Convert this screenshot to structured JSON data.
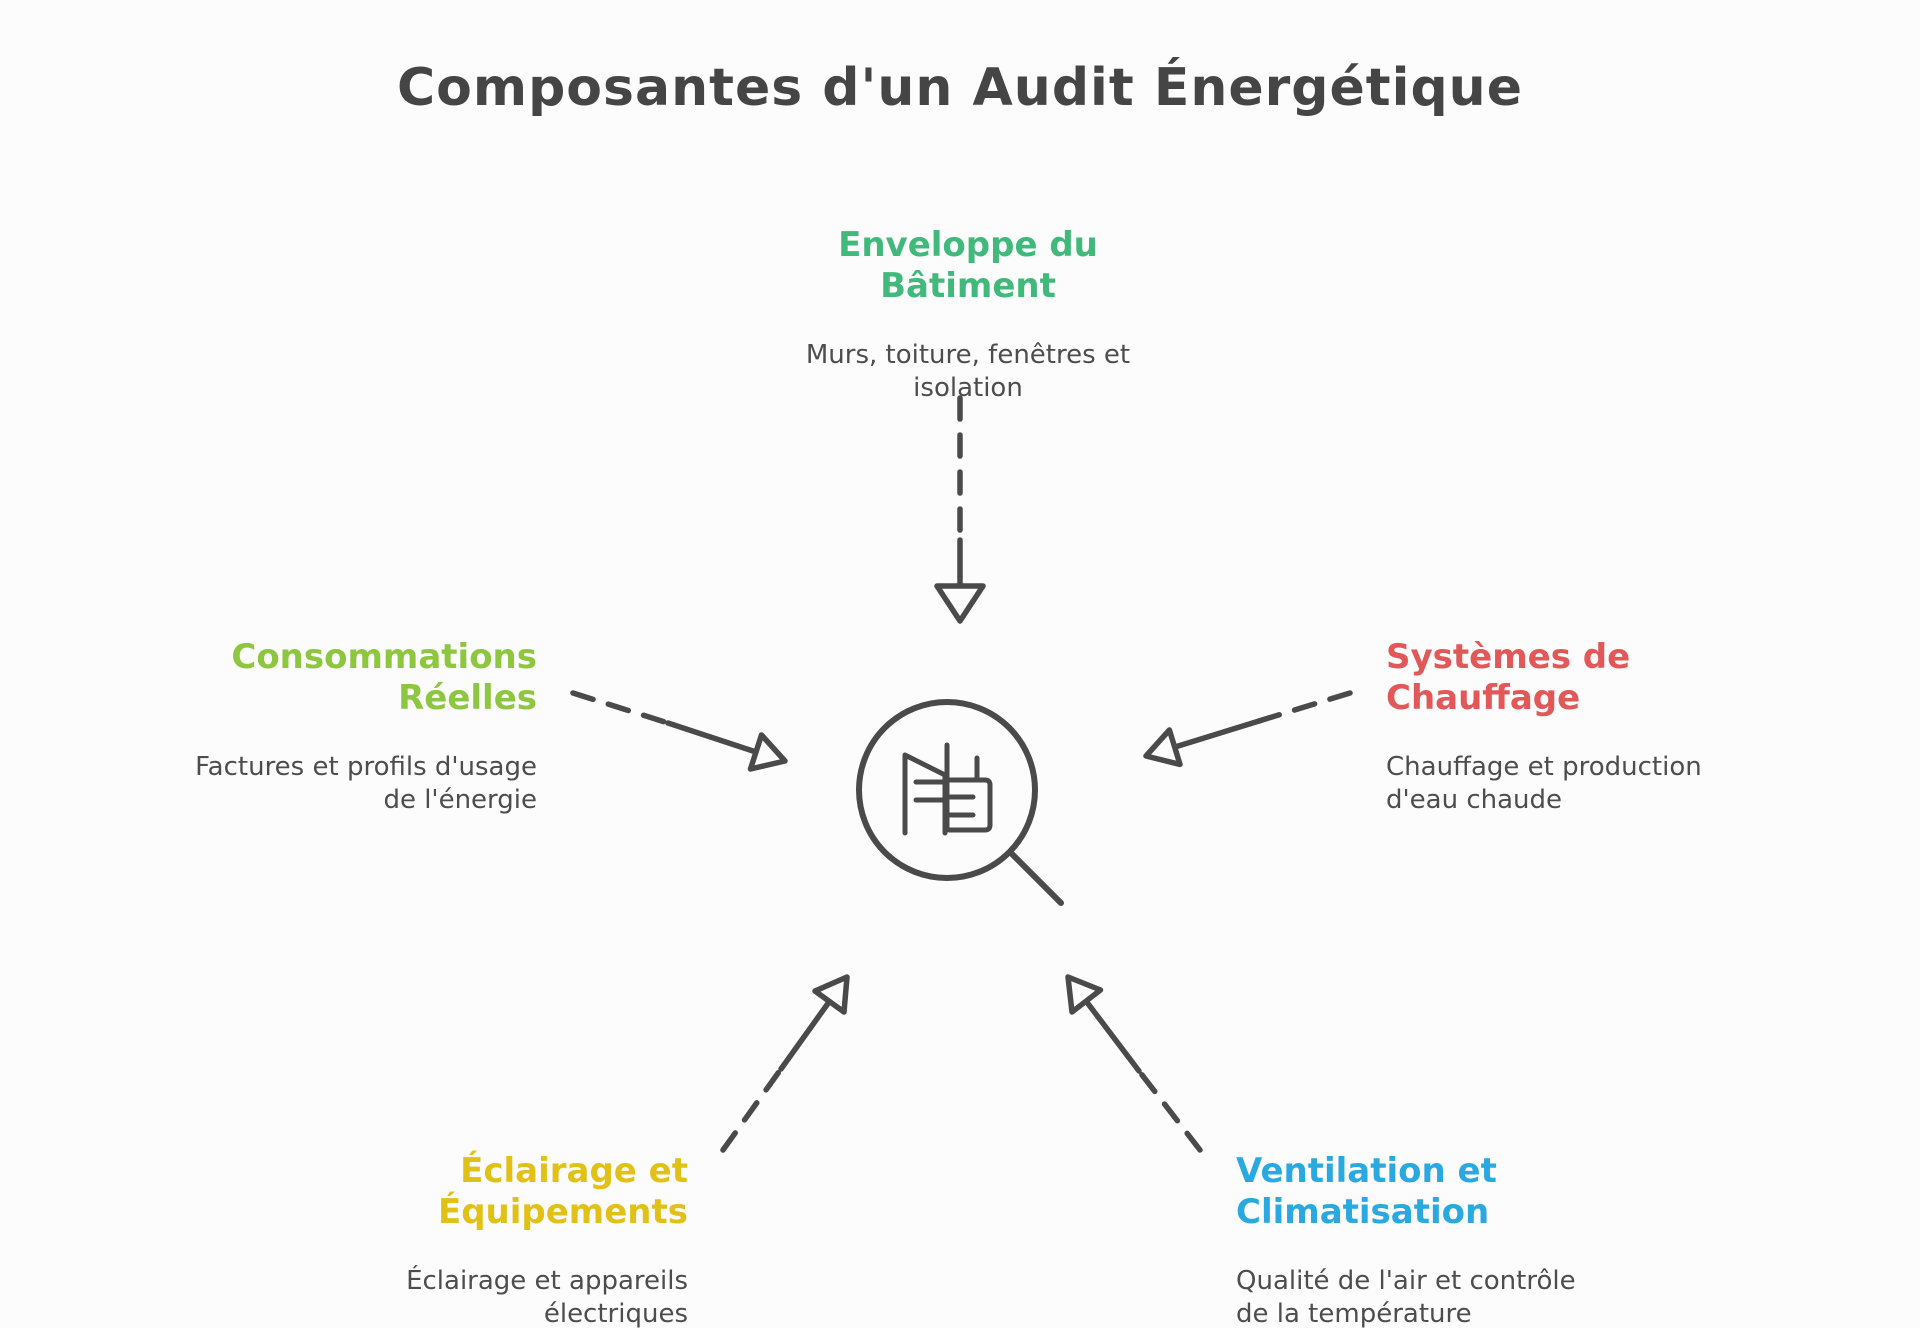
{
  "title": "Composantes d'un Audit Énergétique",
  "center": {
    "icon": "building-magnifier-icon",
    "meaning": "audit / inspection of a building"
  },
  "colors": {
    "title_text": "#454545",
    "body_text": "#4d4d4d",
    "line_stroke": "#4a4a4a",
    "background": "#fcfcfc",
    "green": "#41b97b",
    "lime": "#8dc63f",
    "red": "#e25858",
    "yellow": "#e2c117",
    "blue": "#2aa9e0"
  },
  "nodes": [
    {
      "id": "enveloppe-batiment",
      "position": "top",
      "title": "Enveloppe du\nBâtiment",
      "description": "Murs, toiture, fenêtres et\nisolation",
      "color": "#41b97b"
    },
    {
      "id": "consommations-reelles",
      "position": "left",
      "title": "Consommations\nRéelles",
      "description": "Factures et profils d'usage\nde l'énergie",
      "color": "#8dc63f"
    },
    {
      "id": "systemes-de-chauffage",
      "position": "right",
      "title": "Systèmes de\nChauffage",
      "description": "Chauffage et production\nd'eau chaude",
      "color": "#e25858"
    },
    {
      "id": "eclairage-equipements",
      "position": "bottom-left",
      "title": "Éclairage et\nÉquipements",
      "description": "Éclairage et appareils\nélectriques",
      "color": "#e2c117"
    },
    {
      "id": "ventilation-climatisation",
      "position": "bottom-right",
      "title": "Ventilation et\nClimatisation",
      "description": "Qualité de l'air et contrôle\nde la température",
      "color": "#2aa9e0"
    }
  ]
}
